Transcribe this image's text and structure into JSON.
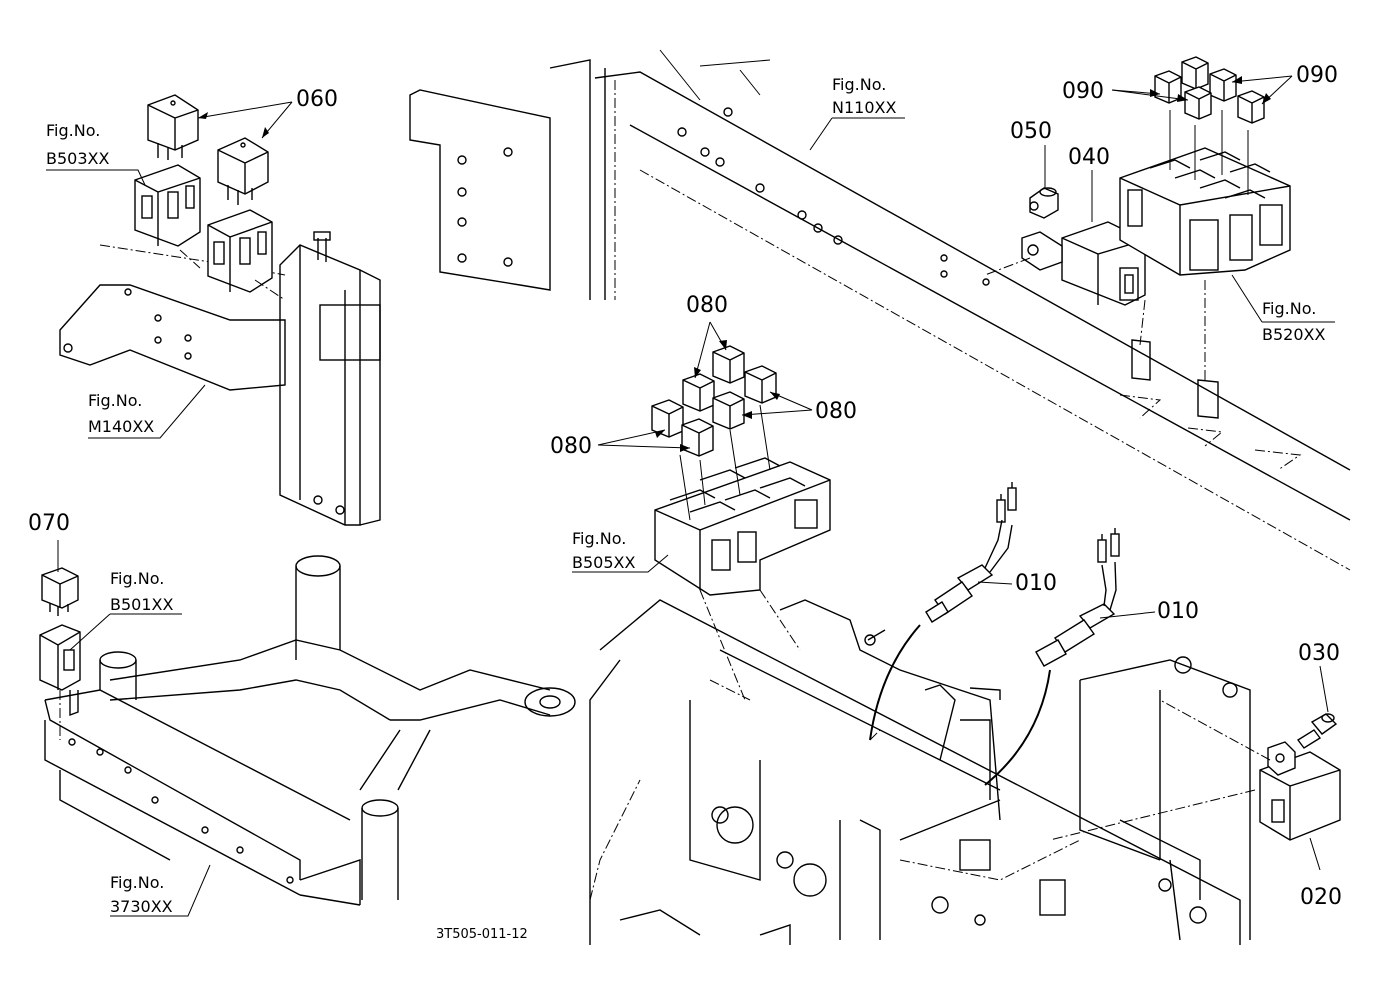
{
  "part_numbers": {
    "p010a": "010",
    "p010b": "010",
    "p020": "020",
    "p030": "030",
    "p040": "040",
    "p050": "050",
    "p060": "060",
    "p070": "070",
    "p080a": "080",
    "p080b": "080",
    "p080c": "080",
    "p090a": "090",
    "p090b": "090"
  },
  "figure_refs": {
    "b503": {
      "label": "Fig.No.",
      "code": "B503XX"
    },
    "m140": {
      "label": "Fig.No.",
      "code": "M140XX"
    },
    "n110": {
      "label": "Fig.No.",
      "code": "N110XX"
    },
    "b520": {
      "label": "Fig.No.",
      "code": "B520XX"
    },
    "b505": {
      "label": "Fig.No.",
      "code": "B505XX"
    },
    "b501": {
      "label": "Fig.No.",
      "code": "B501XX"
    },
    "t3730": {
      "label": "Fig.No.",
      "code": "3730XX"
    }
  },
  "diagram_code": "3T505-011-12"
}
